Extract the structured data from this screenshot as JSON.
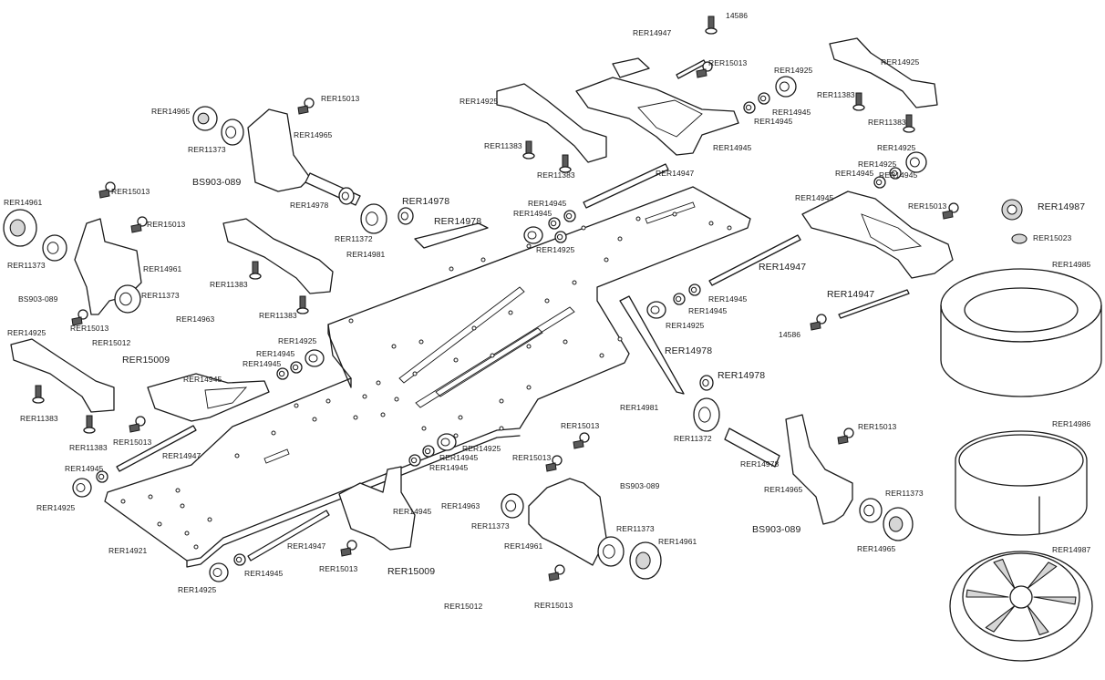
{
  "parts": [
    {
      "id": "14586_top",
      "text": "14586",
      "big": false
    },
    {
      "id": "rer14947_top",
      "text": "RER14947",
      "big": false
    },
    {
      "id": "rer15013_top",
      "text": "RER15013",
      "big": false
    },
    {
      "id": "rer14925_tr",
      "text": "RER14925",
      "big": false
    },
    {
      "id": "rer14925_far",
      "text": "RER14925",
      "big": false
    },
    {
      "id": "rer11383_tr1",
      "text": "RER11383",
      "big": false
    },
    {
      "id": "rer11383_tr2",
      "text": "RER11383",
      "big": false
    },
    {
      "id": "rer14925_arm",
      "text": "RER14925",
      "big": false
    },
    {
      "id": "rer14945_t1",
      "text": "RER14945",
      "big": false
    },
    {
      "id": "rer14945_t2",
      "text": "RER14945",
      "big": false
    },
    {
      "id": "rer14945_arm",
      "text": "RER14945",
      "big": false
    },
    {
      "id": "rer14925_tl",
      "text": "RER14925",
      "big": false
    },
    {
      "id": "rer11383_t1",
      "text": "RER11383",
      "big": false
    },
    {
      "id": "rer11383_t2",
      "text": "RER11383",
      "big": false
    },
    {
      "id": "rer14947_mid",
      "text": "RER14947",
      "big": false
    },
    {
      "id": "rer14925_r2",
      "text": "RER14925",
      "big": false
    },
    {
      "id": "rer14945_r2a",
      "text": "RER14945",
      "big": false
    },
    {
      "id": "rer14945_r2b",
      "text": "RER14945",
      "big": false
    },
    {
      "id": "rer14945_rarm",
      "text": "RER14945",
      "big": false
    },
    {
      "id": "rer15013_r",
      "text": "RER15013",
      "big": false
    },
    {
      "id": "rer14987_top",
      "text": "RER14987",
      "big": true
    },
    {
      "id": "rer15023",
      "text": "RER15023",
      "big": false
    },
    {
      "id": "rer14965_tl",
      "text": "RER14965",
      "big": false
    },
    {
      "id": "rer15013_tl",
      "text": "RER15013",
      "big": false
    },
    {
      "id": "rer14965_tl2",
      "text": "RER14965",
      "big": false
    },
    {
      "id": "rer11373_tl",
      "text": "RER11373",
      "big": false
    },
    {
      "id": "bs903_tl",
      "text": "BS903-089",
      "big": true
    },
    {
      "id": "rer14978_tl",
      "text": "RER14978",
      "big": false
    },
    {
      "id": "rer14978_a",
      "text": "RER14978",
      "big": true
    },
    {
      "id": "rer14978_b",
      "text": "RER14978",
      "big": true
    },
    {
      "id": "rer11372_tl",
      "text": "RER11372",
      "big": false
    },
    {
      "id": "rer14981_tl",
      "text": "RER14981",
      "big": false
    },
    {
      "id": "rer14945_c1",
      "text": "RER14945",
      "big": false
    },
    {
      "id": "rer14945_c2",
      "text": "RER14945",
      "big": false
    },
    {
      "id": "rer14925_c",
      "text": "RER14925",
      "big": false
    },
    {
      "id": "rer14961_l",
      "text": "RER14961",
      "big": false
    },
    {
      "id": "rer15013_l1",
      "text": "RER15013",
      "big": false
    },
    {
      "id": "rer15013_l2",
      "text": "RER15013",
      "big": false
    },
    {
      "id": "rer11373_l",
      "text": "RER11373",
      "big": false
    },
    {
      "id": "rer14961_l2",
      "text": "RER14961",
      "big": false
    },
    {
      "id": "bs903_l",
      "text": "BS903-089",
      "big": false
    },
    {
      "id": "rer11373_l2",
      "text": "RER11373",
      "big": false
    },
    {
      "id": "rer14925_l",
      "text": "RER14925",
      "big": false
    },
    {
      "id": "rer11383_l1",
      "text": "RER11383",
      "big": false
    },
    {
      "id": "rer11383_l2",
      "text": "RER11383",
      "big": false
    },
    {
      "id": "rer14963_l",
      "text": "RER14963",
      "big": false
    },
    {
      "id": "rer15013_l3",
      "text": "RER15013",
      "big": false
    },
    {
      "id": "rer15012_l",
      "text": "RER15012",
      "big": false
    },
    {
      "id": "rer15009_l",
      "text": "RER15009",
      "big": true
    },
    {
      "id": "rer14925_l2",
      "text": "RER14925",
      "big": false
    },
    {
      "id": "rer14945_l1",
      "text": "RER14945",
      "big": false
    },
    {
      "id": "rer14945_l2",
      "text": "RER14945",
      "big": false
    },
    {
      "id": "rer14945_l3",
      "text": "RER14945",
      "big": false
    },
    {
      "id": "rer11383_l3",
      "text": "RER11383",
      "big": false
    },
    {
      "id": "rer11383_l4",
      "text": "RER11383",
      "big": false
    },
    {
      "id": "rer15013_l4",
      "text": "RER15013",
      "big": false
    },
    {
      "id": "rer14947_l",
      "text": "RER14947",
      "big": false
    },
    {
      "id": "rer14945_l4",
      "text": "RER14945",
      "big": false
    },
    {
      "id": "rer14925_l3",
      "text": "RER14925",
      "big": false
    },
    {
      "id": "rer14921",
      "text": "RER14921",
      "big": false
    },
    {
      "id": "rer14947_b",
      "text": "RER14947",
      "big": false
    },
    {
      "id": "rer14945_b",
      "text": "RER14945",
      "big": false
    },
    {
      "id": "rer14925_b",
      "text": "RER14925",
      "big": false
    },
    {
      "id": "rer15013_b",
      "text": "RER15013",
      "big": false
    },
    {
      "id": "rer15009_b",
      "text": "RER15009",
      "big": true
    },
    {
      "id": "rer15012_b",
      "text": "RER15012",
      "big": false
    },
    {
      "id": "rer14945_bm",
      "text": "RER14945",
      "big": false
    },
    {
      "id": "rer14925_bm1",
      "text": "RER14925",
      "big": false
    },
    {
      "id": "rer14945_bm2",
      "text": "RER14945",
      "big": false
    },
    {
      "id": "rer14945_bm3",
      "text": "RER14945",
      "big": false
    },
    {
      "id": "rer14963_b",
      "text": "RER14963",
      "big": false
    },
    {
      "id": "rer15013_bm",
      "text": "RER15013",
      "big": false
    },
    {
      "id": "rer15013_bm2",
      "text": "RER15013",
      "big": false
    },
    {
      "id": "rer11373_bm",
      "text": "RER11373",
      "big": false
    },
    {
      "id": "rer14961_bm",
      "text": "RER14961",
      "big": false
    },
    {
      "id": "bs903_bm",
      "text": "BS903-089",
      "big": false
    },
    {
      "id": "rer11373_bm2",
      "text": "RER11373",
      "big": false
    },
    {
      "id": "rer14961_bm2",
      "text": "RER14961",
      "big": false
    },
    {
      "id": "rer15013_bm3",
      "text": "RER15013",
      "big": false
    },
    {
      "id": "rer14981_r",
      "text": "RER14981",
      "big": false
    },
    {
      "id": "rer11372_r",
      "text": "RER11372",
      "big": false
    },
    {
      "id": "rer14978_r",
      "text": "RER14978",
      "big": false
    },
    {
      "id": "rer14978_r2",
      "text": "RER14978",
      "big": true
    },
    {
      "id": "rer14978_r3",
      "text": "RER14978",
      "big": true
    },
    {
      "id": "rer14925_r3",
      "text": "RER14925",
      "big": false
    },
    {
      "id": "rer14945_r3a",
      "text": "RER14945",
      "big": false
    },
    {
      "id": "rer14945_r3b",
      "text": "RER14945",
      "big": false
    },
    {
      "id": "rer14947_r",
      "text": "RER14947",
      "big": true
    },
    {
      "id": "rer14947_r2",
      "text": "RER14947",
      "big": true
    },
    {
      "id": "14586_r",
      "text": "14586",
      "big": false
    },
    {
      "id": "rer14965_r",
      "text": "RER14965",
      "big": false
    },
    {
      "id": "rer15013_r2",
      "text": "RER15013",
      "big": false
    },
    {
      "id": "rer11373_r",
      "text": "RER11373",
      "big": false
    },
    {
      "id": "bs903_r",
      "text": "BS903-089",
      "big": true
    },
    {
      "id": "rer14965_r2",
      "text": "RER14965",
      "big": false
    },
    {
      "id": "rer14985",
      "text": "RER14985",
      "big": false
    },
    {
      "id": "rer14986",
      "text": "RER14986",
      "big": false
    },
    {
      "id": "rer14987_b",
      "text": "RER14987",
      "big": false
    }
  ]
}
